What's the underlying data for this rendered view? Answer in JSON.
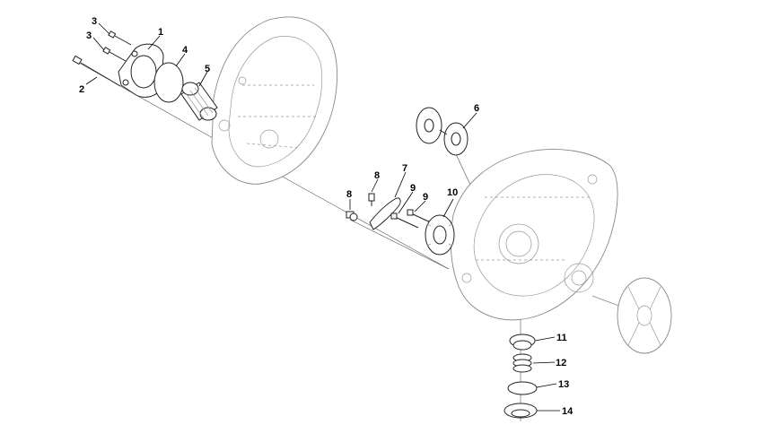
{
  "diagram": {
    "type": "exploded-parts-view",
    "callouts": [
      "1",
      "2",
      "3",
      "3",
      "4",
      "5",
      "6",
      "7",
      "8",
      "8",
      "9",
      "9",
      "10",
      "11",
      "12",
      "13",
      "14"
    ]
  }
}
